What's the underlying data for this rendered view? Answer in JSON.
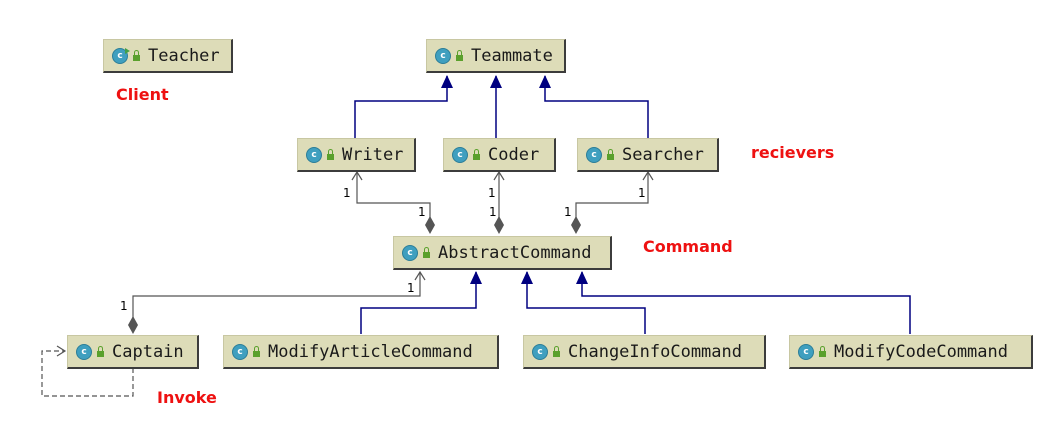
{
  "classes": {
    "teacher": "Teacher",
    "teammate": "Teammate",
    "writer": "Writer",
    "coder": "Coder",
    "searcher": "Searcher",
    "abstract_command": "AbstractCommand",
    "captain": "Captain",
    "modify_article_command": "ModifyArticleCommand",
    "change_info_command": "ChangeInfoCommand",
    "modify_code_command": "ModifyCodeCommand"
  },
  "class_icon_letter": "c",
  "annotations": {
    "client": "Client",
    "receivers": "recievers",
    "command": "Command",
    "invoke": "Invoke"
  },
  "multiplicities": {
    "writer_end": "1",
    "writer_owner": "1",
    "coder_end": "1",
    "coder_owner": "1",
    "searcher_end": "1",
    "searcher_owner": "1",
    "captain_end": "1",
    "command_end": "1"
  },
  "colors": {
    "node_fill": "#dddcb8",
    "inheritance": "#000080",
    "association": "#555555",
    "annotation": "#ee1111",
    "class_icon": "#3f9fbf"
  },
  "icons": {
    "class": "class-c-icon",
    "visibility": "public-lock-icon",
    "runnable": "runnable-class-icon"
  }
}
